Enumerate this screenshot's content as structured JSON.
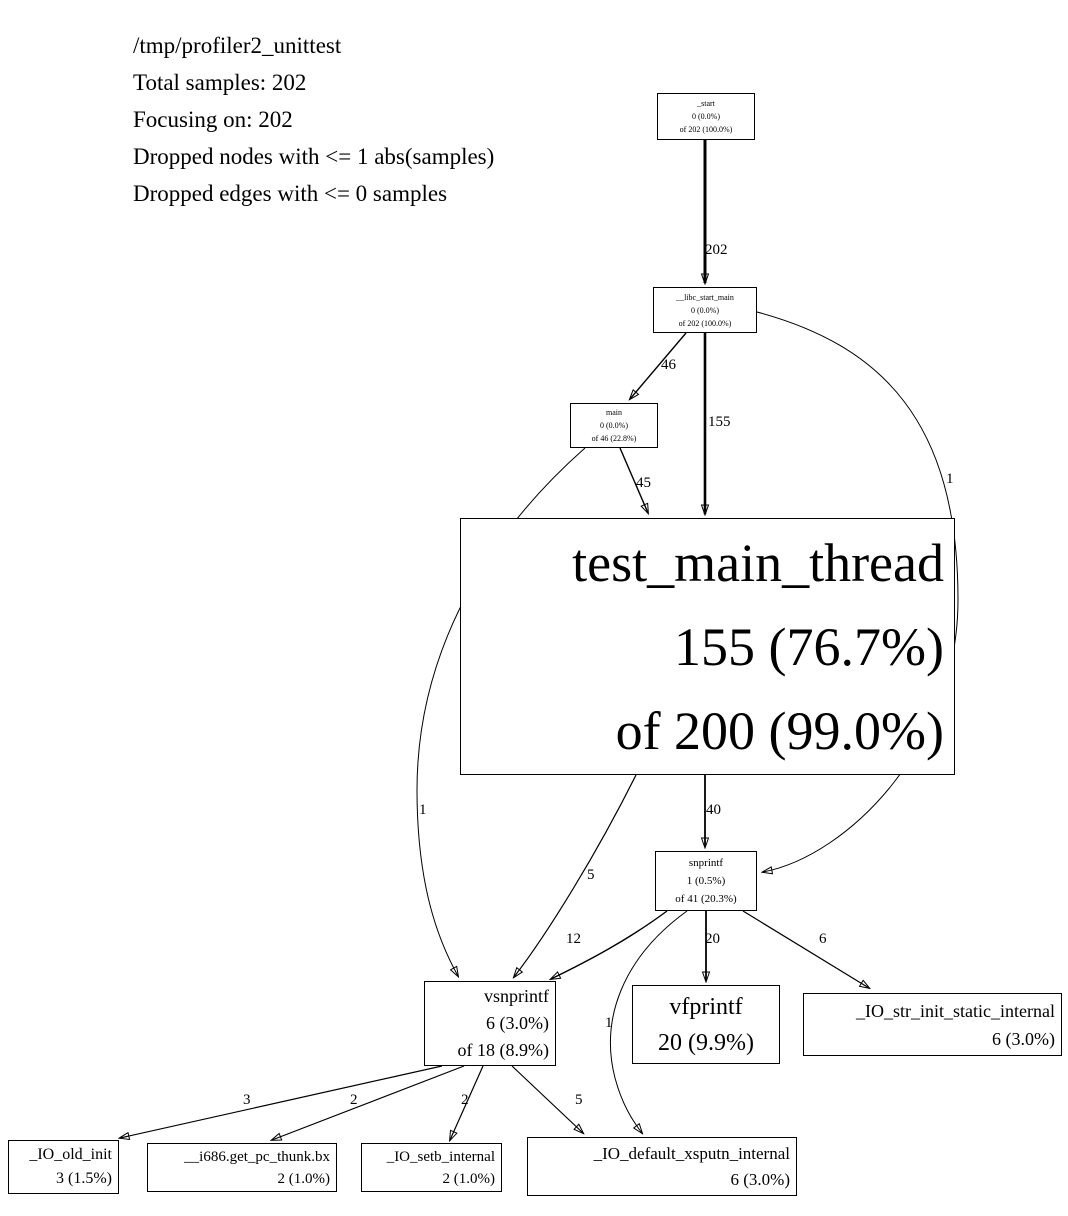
{
  "colors": {
    "background": "#ffffff",
    "ink": "#000000"
  },
  "header": {
    "line1": "/tmp/profiler2_unittest",
    "line2": "Total samples: 202",
    "line3": "Focusing on: 202",
    "line4": "Dropped nodes with <= 1 abs(samples)",
    "line5": "Dropped edges with <= 0 samples"
  },
  "nodes": {
    "start": {
      "name": "_start",
      "self": "0 (0.0%)",
      "total": "of 202 (100.0%)"
    },
    "libc_start_main": {
      "name": "__libc_start_main",
      "self": "0 (0.0%)",
      "total": "of 202 (100.0%)"
    },
    "main": {
      "name": "main",
      "self": "0 (0.0%)",
      "total": "of 46 (22.8%)"
    },
    "test_main_thread": {
      "name": "test_main_thread",
      "self": "155 (76.7%)",
      "total": "of 200 (99.0%)"
    },
    "snprintf": {
      "name": "snprintf",
      "self": "1 (0.5%)",
      "total": "of 41 (20.3%)"
    },
    "vsnprintf": {
      "name": "vsnprintf",
      "self": "6 (3.0%)",
      "total": "of 18 (8.9%)"
    },
    "vfprintf": {
      "name": "vfprintf",
      "self": "20 (9.9%)"
    },
    "io_str_init": {
      "name": "_IO_str_init_static_internal",
      "self": "6 (3.0%)"
    },
    "io_old_init": {
      "name": "_IO_old_init",
      "self": "3 (1.5%)"
    },
    "i686_thunk": {
      "name": "__i686.get_pc_thunk.bx",
      "self": "2 (1.0%)"
    },
    "io_setb": {
      "name": "_IO_setb_internal",
      "self": "2 (1.0%)"
    },
    "io_xsputn": {
      "name": "_IO_default_xsputn_internal",
      "self": "6 (3.0%)"
    }
  },
  "edges": {
    "start_to_libc": "202",
    "libc_to_main": "46",
    "libc_to_test": "155",
    "libc_to_snprintf": "1",
    "main_to_test": "45",
    "main_to_vsnprintf": "1",
    "test_to_snprintf": "40",
    "test_to_vsnprintf": "5",
    "snprintf_to_vsnprintf": "12",
    "snprintf_to_vfprintf": "20",
    "snprintf_to_str_init": "6",
    "snprintf_to_xsputn": "1",
    "vsnprintf_to_old_init": "3",
    "vsnprintf_to_thunk": "2",
    "vsnprintf_to_setb": "2",
    "vsnprintf_to_xsputn": "5"
  }
}
